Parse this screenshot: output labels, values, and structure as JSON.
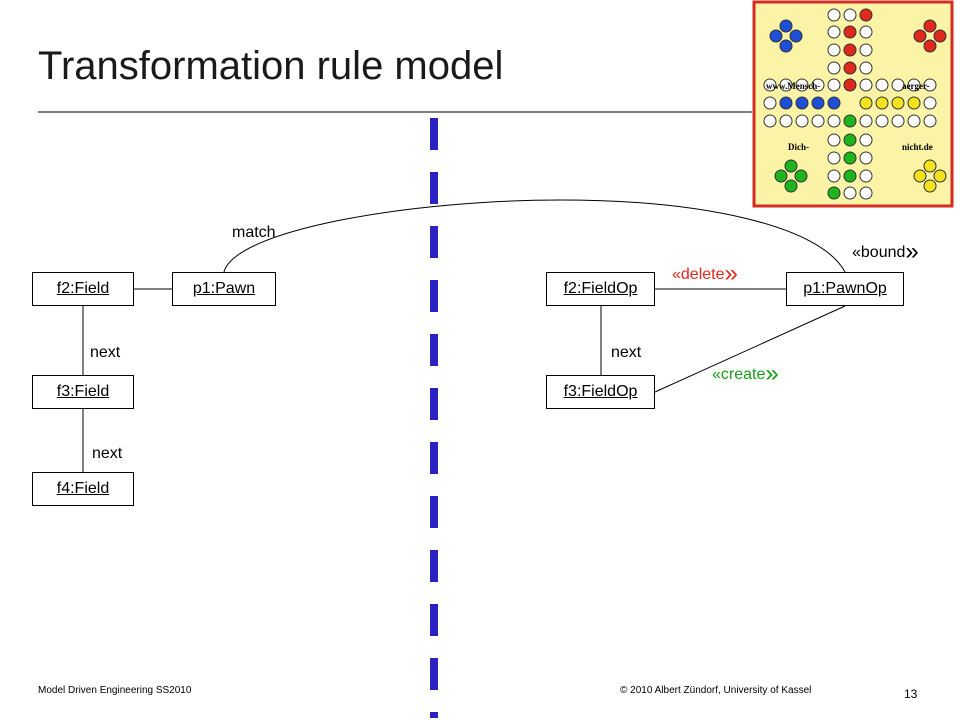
{
  "slide": {
    "title": "Transformation rule model",
    "footer_left": "Model Driven Engineering SS2010",
    "footer_right": "© 2010 Albert Zündorf, University of Kassel",
    "page_number": "13"
  },
  "board": {
    "texts": [
      "www.Mensch-",
      "aerger-",
      "Dich-",
      "nicht.de"
    ],
    "colors": {
      "background": "#fbf3a6",
      "frame": "#d42c20",
      "blue": "#1f4fd6",
      "red": "#e0281c",
      "green": "#1db51d",
      "yellow": "#f2e31e",
      "empty": "#ffffff"
    }
  },
  "diagram": {
    "left": {
      "nodes": [
        "f2:Field",
        "p1:Pawn",
        "f3:Field",
        "f4:Field"
      ],
      "link_labels": [
        "next",
        "next"
      ]
    },
    "right": {
      "nodes": [
        "f2:FieldOp",
        "p1:PawnOp",
        "f3:FieldOp"
      ],
      "link_label": "next",
      "delete": "«delete",
      "create": "«create",
      "bound": "«bound"
    },
    "match_label": "match",
    "colors": {
      "separator": "#2b22c4",
      "delete": "#e0281c",
      "create": "#1b9a1b",
      "line": "#000000"
    }
  }
}
